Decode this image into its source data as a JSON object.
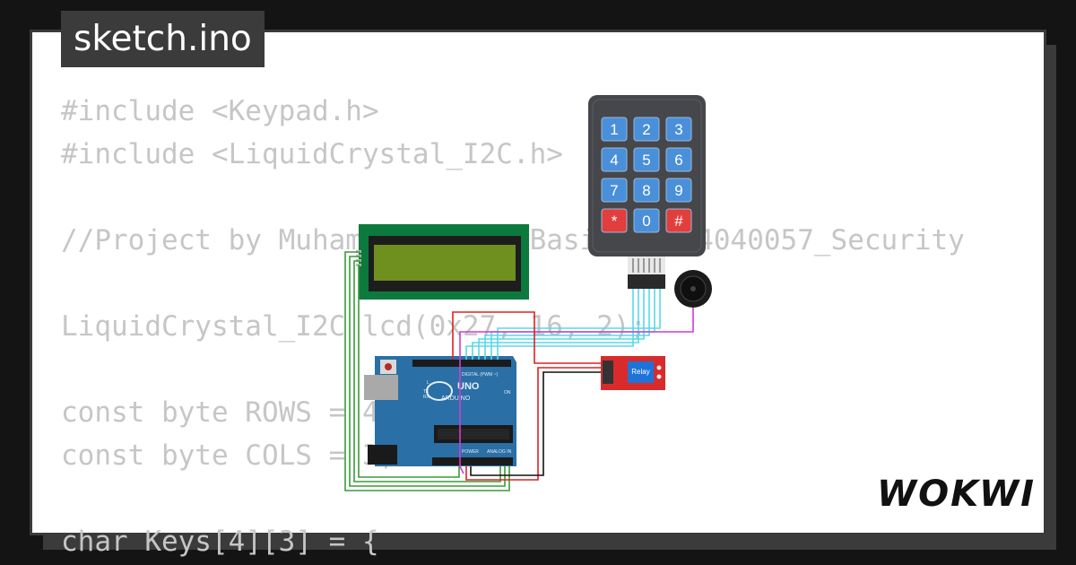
{
  "tab": {
    "filename": "sketch.ino"
  },
  "code_lines": [
    "#include <Keypad.h>",
    "#include <LiquidCrystal_I2C.h>",
    "",
    "//Project by Muhammad Fazal Basit_20104040057_Security",
    "",
    "LiquidCrystal_I2C lcd(0x27, 16, 2);",
    "",
    "const byte ROWS = 4;",
    "const byte COLS = 3;",
    "",
    "char Keys[4][3] = {"
  ],
  "keypad": {
    "keys": [
      "1",
      "2",
      "3",
      "4",
      "5",
      "6",
      "7",
      "8",
      "9",
      "*",
      "0",
      "#"
    ],
    "colors": {
      "body": "#46474b",
      "key": "#4a8fd9",
      "special": "#e23e3e"
    }
  },
  "arduino": {
    "brand": "ARDUINO",
    "model": "UNO",
    "digital_label": "DIGITAL (PWM ~)",
    "power_label": "POWER",
    "analog_label": "ANALOG IN",
    "on_label": "ON",
    "l_label": "L",
    "tx_label": "TX",
    "rx_label": "RX",
    "color": "#2a6fa6"
  },
  "relay": {
    "label": "Relay",
    "color": "#d92b2b"
  },
  "lcd": {
    "color_board": "#0d7a3d",
    "color_screen": "#6f8f1f"
  },
  "logo": {
    "text": "WOKWI"
  }
}
